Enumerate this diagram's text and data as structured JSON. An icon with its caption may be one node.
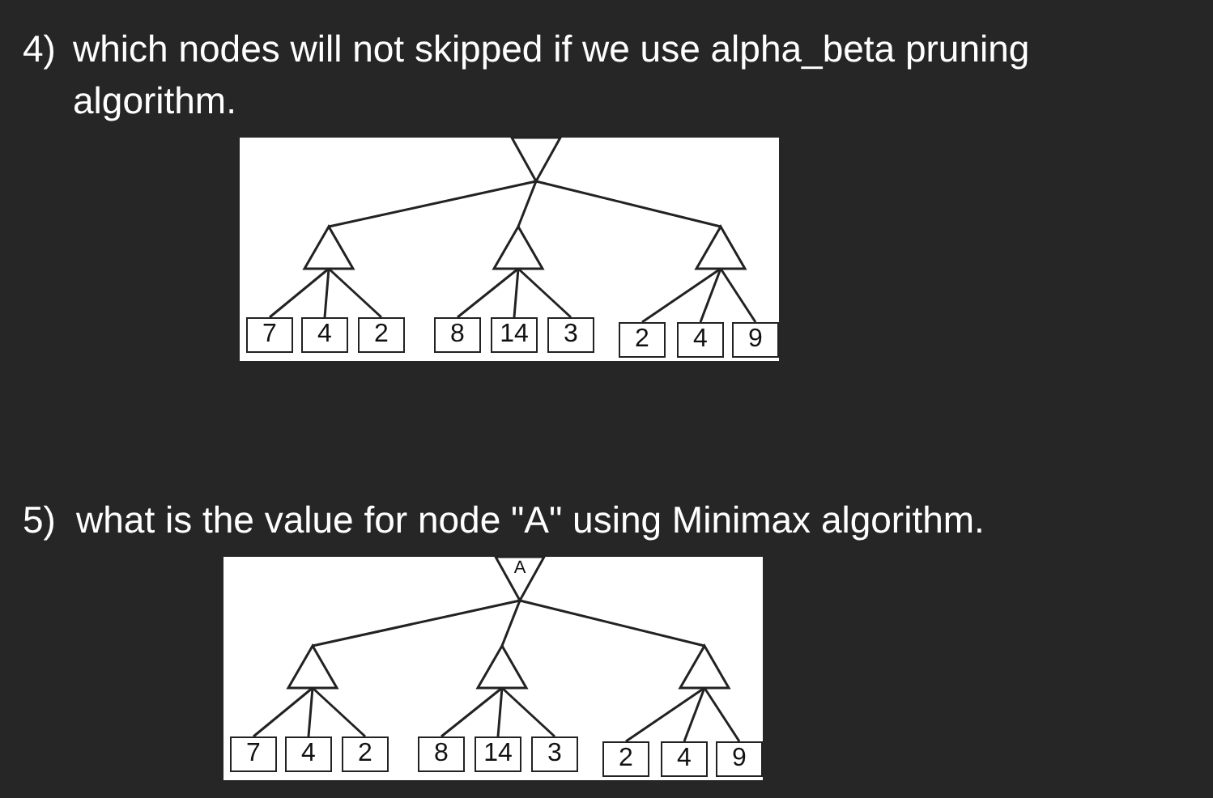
{
  "diagram": {
    "nodes": [
      {
        "text": [],
        "shape": "triangle"
      },
      {
        "text": [],
        "shape": "triangle"
      },
      {
        "text": [],
        "shape": "triangle"
      },
      {
        "text": [],
        "shape": "triangle"
      },
      {
        "text": [
          "7"
        ]
      },
      {
        "text": [
          "4"
        ]
      },
      {
        "text": [
          "2"
        ]
      },
      {
        "text": [
          "8"
        ]
      },
      {
        "text": [
          "14"
        ]
      },
      {
        "text": [
          "3"
        ]
      },
      {
        "text": [
          "2"
        ]
      },
      {
        "text": [
          "4"
        ]
      },
      {
        "text": [
          "9"
        ]
      },
      {
        "text": [
          "A"
        ]
      },
      {
        "text": [],
        "shape": "triangle"
      },
      {
        "text": [],
        "shape": "triangle"
      },
      {
        "text": [],
        "shape": "triangle"
      },
      {
        "text": [
          "7"
        ]
      },
      {
        "text": [
          "4"
        ]
      },
      {
        "text": [
          "2"
        ]
      },
      {
        "text": [
          "8"
        ]
      },
      {
        "text": [
          "14"
        ]
      },
      {
        "text": [
          "3"
        ]
      },
      {
        "text": [
          "2"
        ]
      },
      {
        "text": [
          "4"
        ]
      },
      {
        "text": [
          "9"
        ]
      }
    ],
    "edges": [
      {
        "from": 0,
        "to": 1,
        "arrow": "none"
      },
      {
        "from": 0,
        "to": 2,
        "arrow": "none"
      },
      {
        "from": 0,
        "to": 3,
        "arrow": "none"
      },
      {
        "from": 1,
        "to": 4,
        "arrow": "none"
      },
      {
        "from": 1,
        "to": 5,
        "arrow": "none"
      },
      {
        "from": 1,
        "to": 6,
        "arrow": "none"
      },
      {
        "from": 2,
        "to": 7,
        "arrow": "none"
      },
      {
        "from": 2,
        "to": 8,
        "arrow": "none"
      },
      {
        "from": 2,
        "to": 9,
        "arrow": "none"
      },
      {
        "from": 3,
        "to": 10,
        "arrow": "none"
      },
      {
        "from": 3,
        "to": 11,
        "arrow": "none"
      },
      {
        "from": 3,
        "to": 12,
        "arrow": "none"
      },
      {
        "from": 13,
        "to": 14,
        "arrow": "none"
      },
      {
        "from": 13,
        "to": 15,
        "arrow": "none"
      },
      {
        "from": 13,
        "to": 16,
        "arrow": "none"
      },
      {
        "from": 14,
        "to": 17,
        "arrow": "none"
      },
      {
        "from": 14,
        "to": 18,
        "arrow": "none"
      },
      {
        "from": 14,
        "to": 19,
        "arrow": "none"
      },
      {
        "from": 15,
        "to": 20,
        "arrow": "none"
      },
      {
        "from": 15,
        "to": 21,
        "arrow": "none"
      },
      {
        "from": 15,
        "to": 22,
        "arrow": "none"
      },
      {
        "from": 16,
        "to": 23,
        "arrow": "none"
      },
      {
        "from": 16,
        "to": 24,
        "arrow": "none"
      },
      {
        "from": 16,
        "to": 25,
        "arrow": "none"
      }
    ],
    "labels": [
      "4)",
      "which nodes will not skipped if we use alpha_beta pruning algorithm.",
      "5)",
      "what is the value for node \"A\" using Minimax algorithm."
    ]
  }
}
